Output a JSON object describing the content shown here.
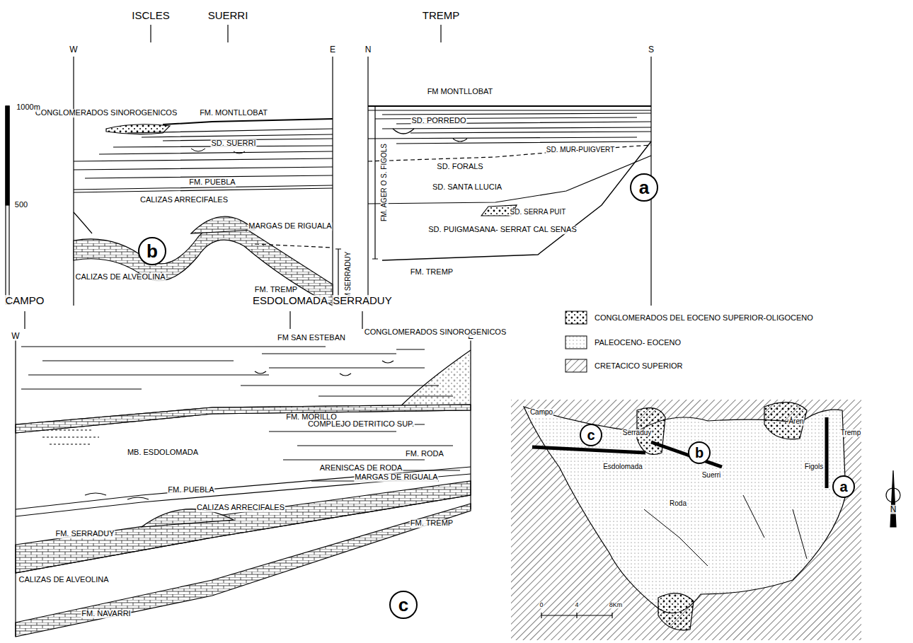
{
  "diagram": {
    "nodes": [
      {
        "text": [
          "a"
        ]
      },
      {
        "text": [
          "b"
        ]
      },
      {
        "text": [
          "c"
        ]
      },
      {
        "text": [
          "c"
        ]
      },
      {
        "text": [
          "b"
        ]
      },
      {
        "text": [
          "a"
        ]
      }
    ],
    "labels": [
      "ISCLES",
      "SUERRI",
      "W",
      "E",
      "CONGLOMERADOS SINOROGENICOS",
      "FM. MONTLLOBAT",
      "SD. SUERRI",
      "FM. PUEBLA",
      "CALIZAS ARRECIFALES",
      "MARGAS DE RIGUALA",
      "CALIZAS DE ALVEOLINA",
      "FM. TREMP",
      "FM SERRADUY",
      "1000m",
      "500",
      "0",
      "TREMP",
      "N",
      "S",
      "FM MONTLLOBAT",
      "SD. PORREDO",
      "SD. MUR-PUIGVERT",
      "SD. FORALS",
      "SD. SANTA LLUCIA",
      "SD. SERRA PUIT",
      "SD. PUIGMASANA- SERRAT CAL SENAS",
      "FM. TREMP",
      "FM. AGER O S. FIGOLS",
      "CAMPO",
      "ESDOLOMADA",
      "SERRADUY",
      "W",
      "E",
      "FM SAN ESTEBAN",
      "CONGLOMERADOS SINOROGENICOS",
      "FM. MORILLO",
      "MB. ESDOLOMADA",
      "COMPLEJO DETRITICO SUP.",
      "FM. RODA",
      "ARENISCAS DE RODA",
      "MARGAS DE RIGUALA",
      "FM. PUEBLA",
      "CALIZAS ARRECIFALES",
      "FM. SERRADUY",
      "CALIZAS DE ALVEOLINA",
      "FM. TREMP",
      "FM. NAVARRI",
      "Campo",
      "Serraduy",
      "Aren",
      "Esdolomada",
      "Roda",
      "Suerri",
      "Figols",
      "Tremp",
      "0",
      "4",
      "8Km",
      "N"
    ],
    "legend": [
      {
        "text": "CONGLOMERADOS DEL EOCENO SUPERIOR-OLIGOCENO"
      },
      {
        "text": "PALEOCENO- EOCENO"
      },
      {
        "text": "CRETACICO SUPERIOR"
      }
    ]
  }
}
